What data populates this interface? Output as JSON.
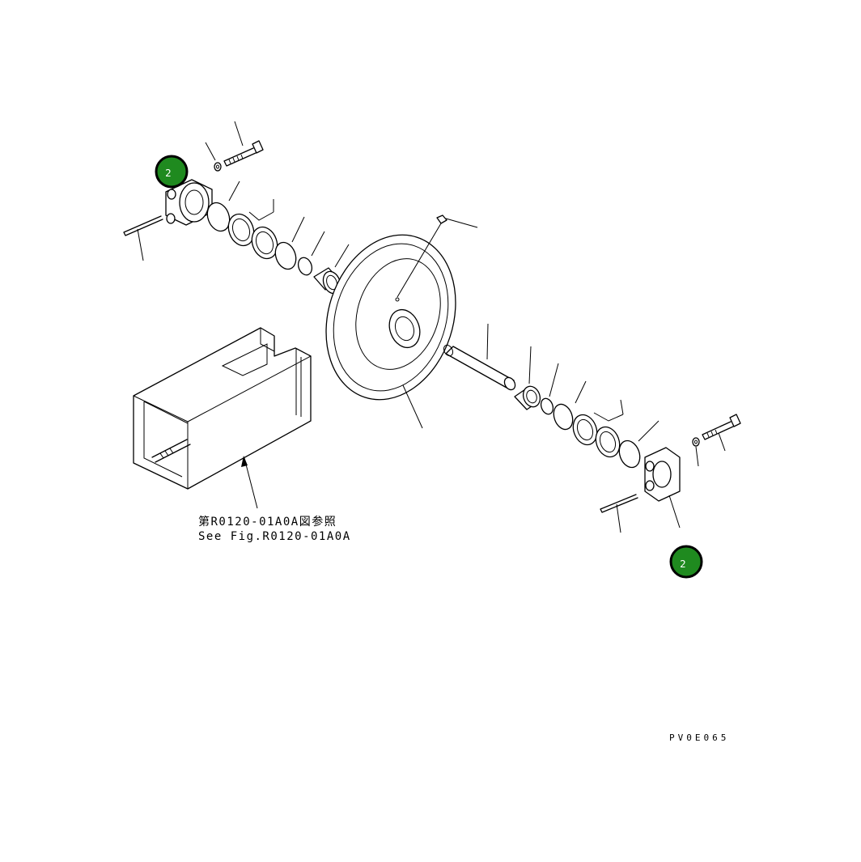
{
  "callouts": [
    {
      "label": "2",
      "position": "top-left"
    },
    {
      "label": "2",
      "position": "bottom-right"
    }
  ],
  "reference_note": {
    "line_jp": "第R0120-01A0A図参照",
    "line_en": "See Fig.R0120-01A0A"
  },
  "drawing_code": "PV0E065",
  "colors": {
    "callout_fill": "#1f8a1f",
    "line": "#000000",
    "background": "#ffffff"
  }
}
